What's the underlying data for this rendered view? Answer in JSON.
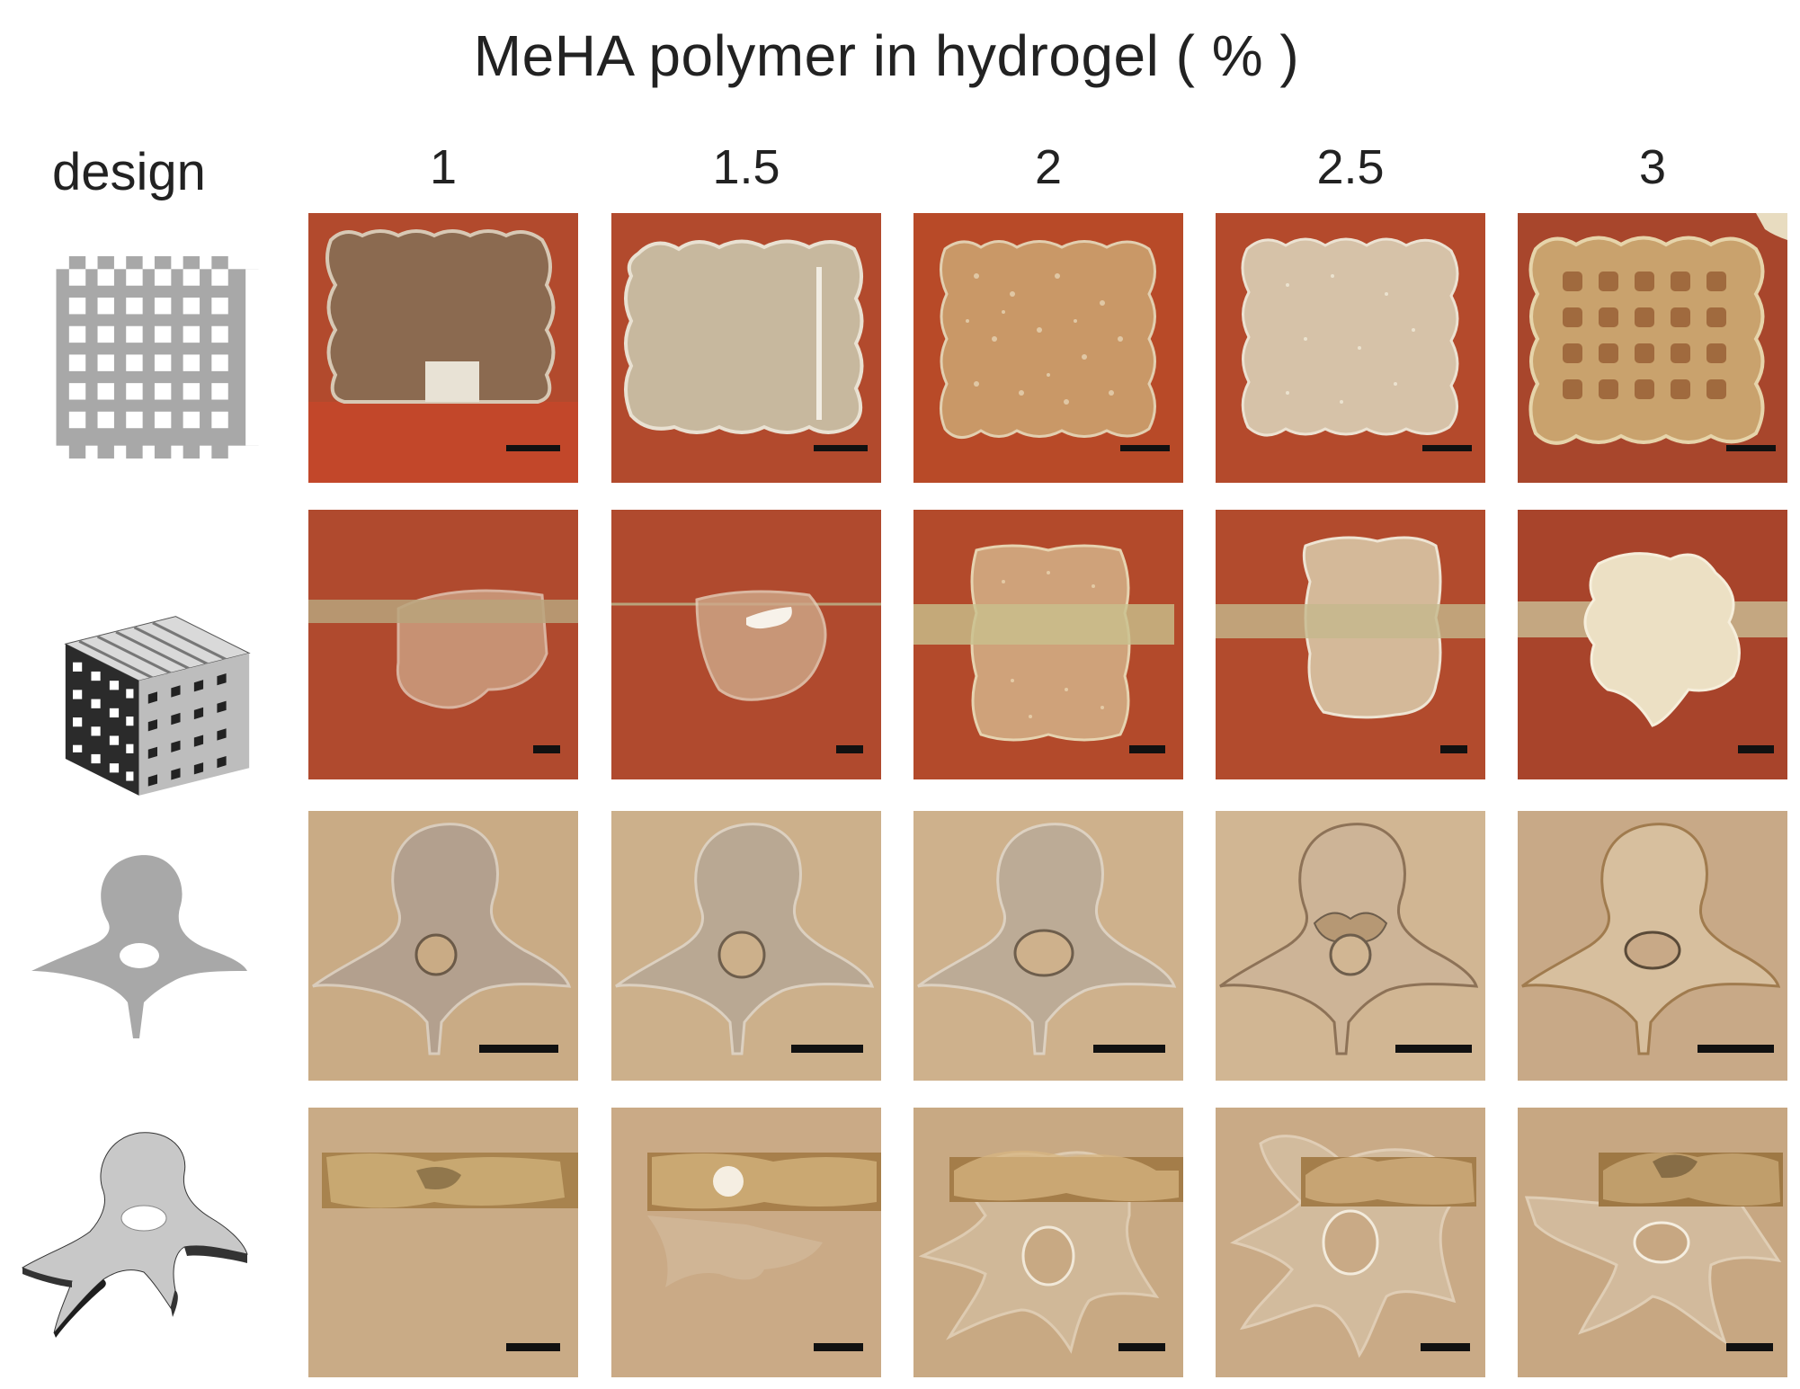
{
  "figure": {
    "title": "MeHA polymer in hydrogel ( % )",
    "design_label": "design",
    "concentrations": [
      "1",
      "1.5",
      "2",
      "2.5",
      "3"
    ],
    "rows": [
      {
        "design_icon": "lattice-grid-2d-icon",
        "background": "#b94a2c"
      },
      {
        "design_icon": "lattice-block-3d-icon",
        "background": "#a9452b"
      },
      {
        "design_icon": "vertebra-2d-icon",
        "background": "#c9ae88"
      },
      {
        "design_icon": "vertebra-3d-icon",
        "background": "#c7aa84"
      }
    ],
    "colors": {
      "red_background": "#b24a2d",
      "tan_background": "#c8ac86",
      "design_gray": "#a8a8a8",
      "scale_bar": "#111111"
    }
  }
}
